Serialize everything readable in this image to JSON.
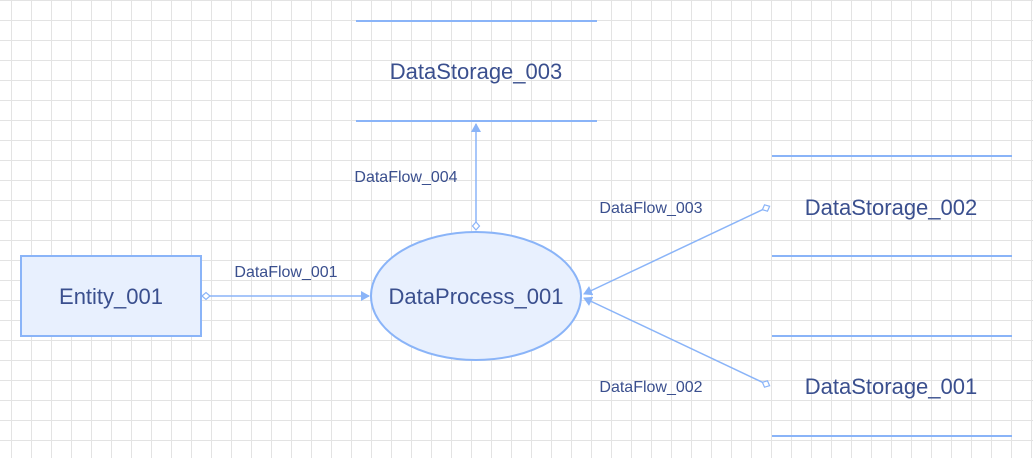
{
  "diagram": {
    "entity": {
      "label": "Entity_001"
    },
    "process": {
      "label": "DataProcess_001"
    },
    "storages": [
      {
        "label": "DataStorage_003"
      },
      {
        "label": "DataStorage_002"
      },
      {
        "label": "DataStorage_001"
      }
    ],
    "flows": [
      {
        "label": "DataFlow_001"
      },
      {
        "label": "DataFlow_002"
      },
      {
        "label": "DataFlow_003"
      },
      {
        "label": "DataFlow_004"
      }
    ]
  },
  "colors": {
    "stroke": "#8ab4f8",
    "fill": "#e8f0fe",
    "text": "#3a4f8e",
    "grid": "#e3e3e3"
  }
}
